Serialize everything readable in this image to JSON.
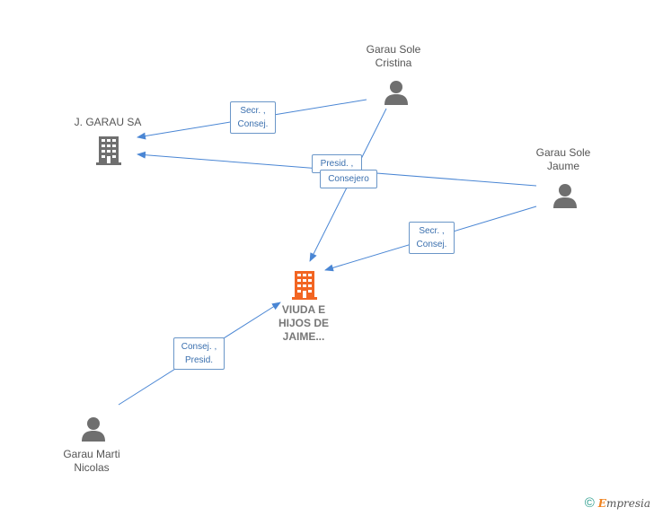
{
  "nodes": {
    "jgarau": {
      "label": "J. GARAU SA",
      "type": "company"
    },
    "viuda": {
      "label_lines": [
        "VIUDA E",
        "HIJOS DE",
        "JAIME..."
      ],
      "type": "company-focus"
    },
    "cristina": {
      "label_lines": [
        "Garau Sole",
        "Cristina"
      ],
      "type": "person"
    },
    "jaume": {
      "label_lines": [
        "Garau Sole",
        "Jaume"
      ],
      "type": "person"
    },
    "nicolas": {
      "label_lines": [
        "Garau Marti",
        "Nicolas"
      ],
      "type": "person"
    }
  },
  "edges": [
    {
      "from": "cristina",
      "to": "jgarau",
      "lines": [
        "Secr. ,",
        "Consej."
      ]
    },
    {
      "from": "jaume",
      "to": "jgarau",
      "lines": [
        "Presid. ,"
      ]
    },
    {
      "from": "cristina",
      "to": "viuda",
      "lines": [
        "Consejero"
      ]
    },
    {
      "from": "jaume",
      "to": "viuda",
      "lines": [
        "Secr. ,",
        "Consej."
      ]
    },
    {
      "from": "nicolas",
      "to": "viuda",
      "lines": [
        "Consej. ,",
        "Presid."
      ]
    }
  ],
  "colors": {
    "edge": "#4a86d4",
    "company": "#6f6f6f",
    "focus": "#f26522",
    "person": "#6f6f6f"
  },
  "watermark": {
    "copyright": "©",
    "brand_initial": "E",
    "brand_rest": "mpresia"
  }
}
